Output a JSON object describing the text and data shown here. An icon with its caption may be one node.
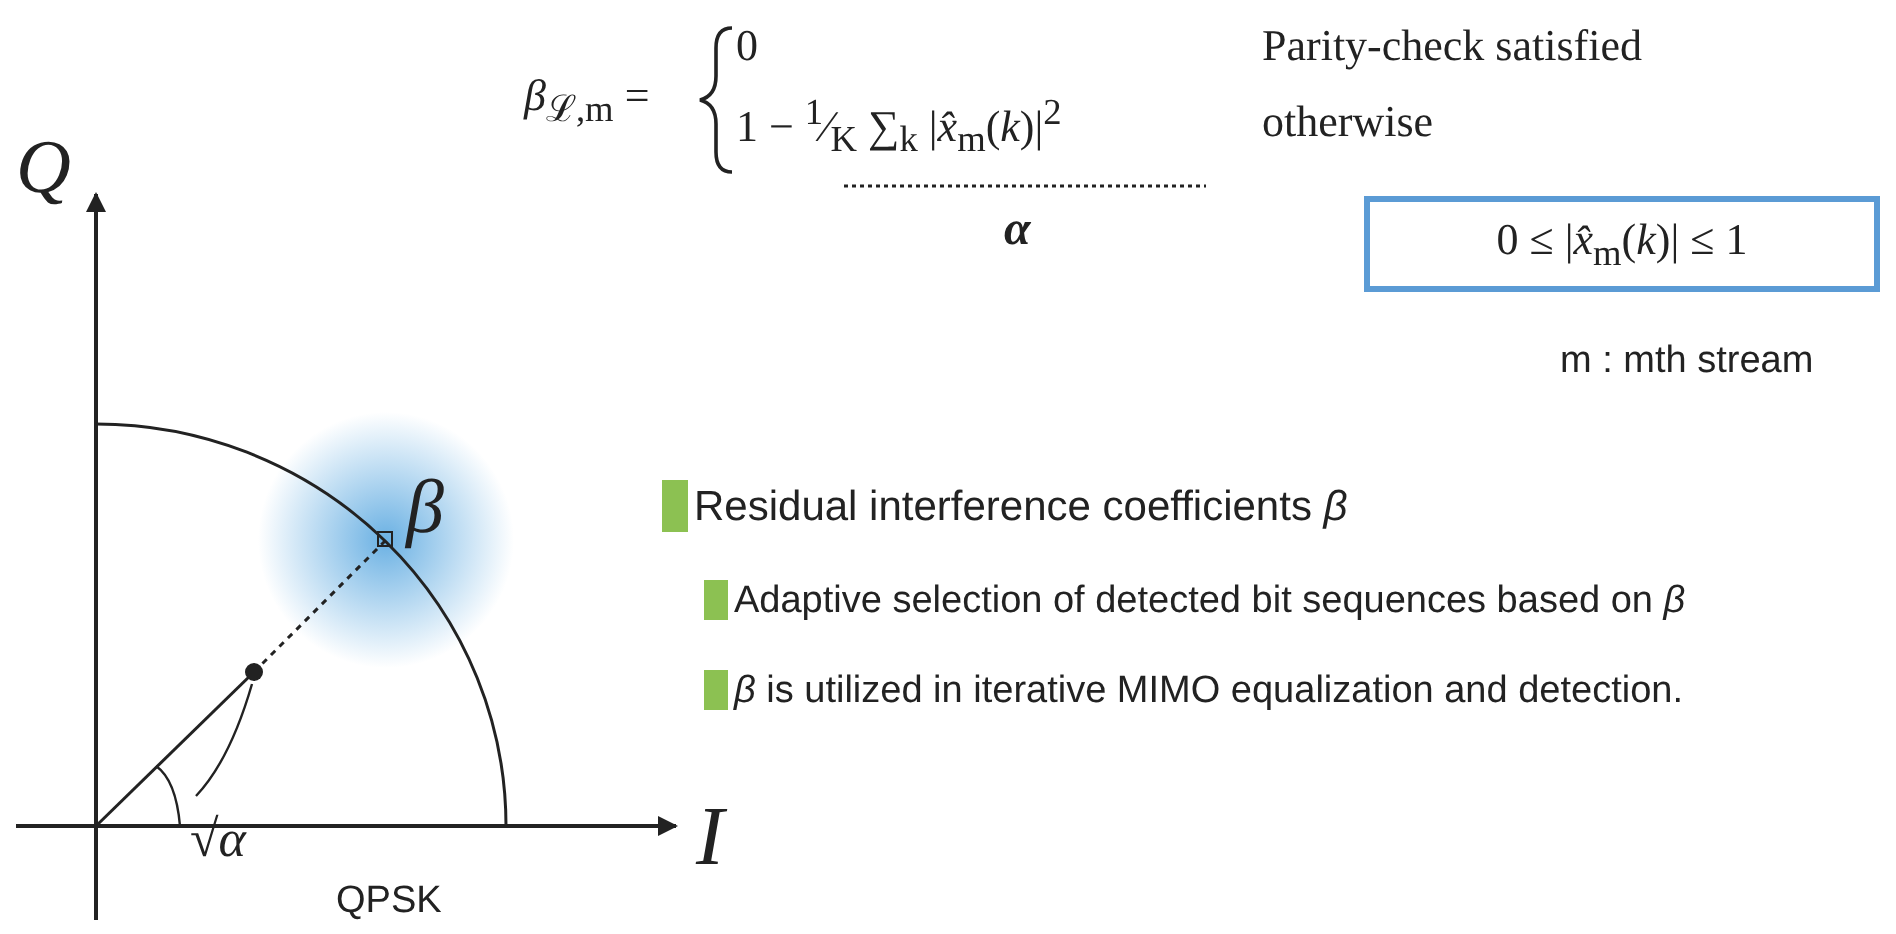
{
  "diagram": {
    "nodes": [
      {
        "text": [
          "0 ≤ |*x̂*$_{m}$(*k*)| ≤ 1"
        ]
      }
    ],
    "labels": [
      "*β*$_{ℒ,m}$ =",
      "0",
      "1 − $^{1}$⁄$_{K}$ ∑$_{k}$ |*x̂*$_{m}$(*k*)|$^{2}$",
      "Parity-check satisfied",
      "otherwise",
      "*α*",
      "m : mth stream",
      "*Q*",
      "*β*",
      "√*α*",
      "*I*",
      "QPSK",
      "Residual interference coefficients *β*",
      "Adaptive selection of detected bit sequences based on *β*",
      "*β* is utilized in iterative MIMO equalization and detection."
    ]
  }
}
